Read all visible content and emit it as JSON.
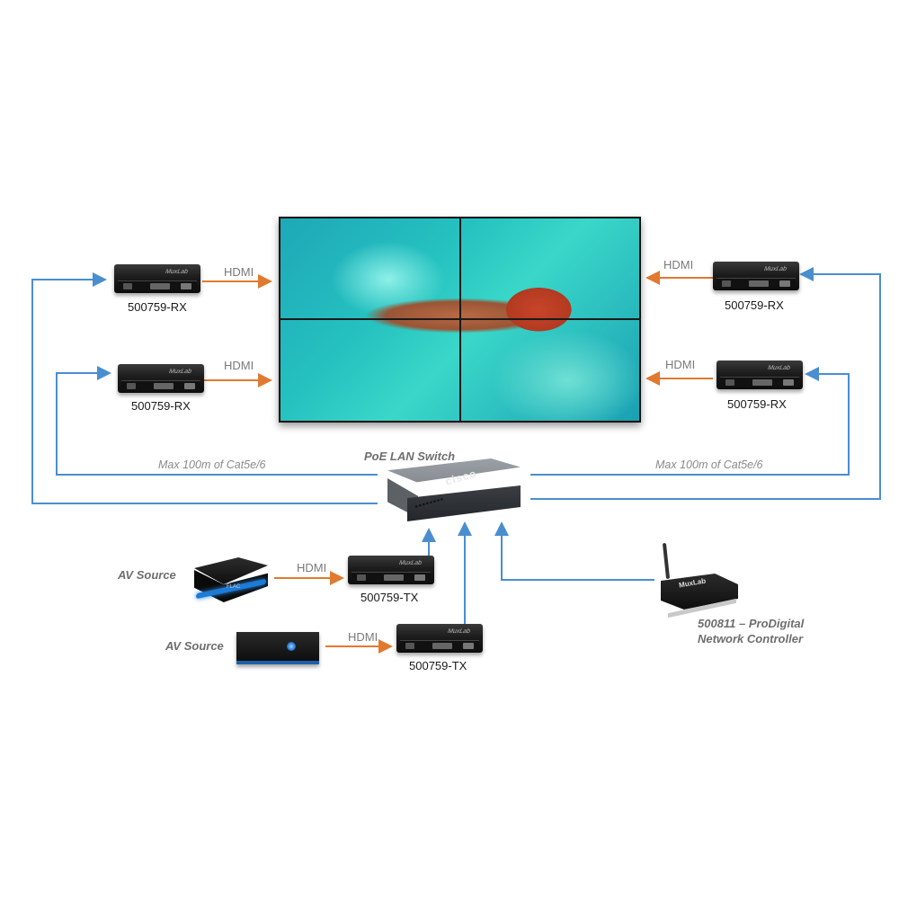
{
  "colors": {
    "network_line": "#4a8ed0",
    "hdmi_arrow": "#e07a30"
  },
  "wall": {
    "description_icon": "video-wall-icon"
  },
  "receivers": [
    {
      "label": "500759-RX",
      "hdmi": "HDMI"
    },
    {
      "label": "500759-RX",
      "hdmi": "HDMI"
    },
    {
      "label": "500759-RX",
      "hdmi": "HDMI"
    },
    {
      "label": "500759-RX",
      "hdmi": "HDMI"
    }
  ],
  "switch": {
    "title": "PoE LAN Switch",
    "brand": "cisco"
  },
  "cable_notes": {
    "left": "Max 100m of Cat5e/6",
    "right": "Max 100m of Cat5e/6"
  },
  "sources": [
    {
      "label": "AV Source",
      "hdmi": "HDMI",
      "tx_label": "500759-TX",
      "tag": "FLAC"
    },
    {
      "label": "AV Source",
      "hdmi": "HDMI",
      "tx_label": "500759-TX"
    }
  ],
  "device_brand": "MuxLab",
  "controller": {
    "brand": "MuxLab",
    "line1": "500811 – ProDigital",
    "line2": "Network Controller"
  }
}
